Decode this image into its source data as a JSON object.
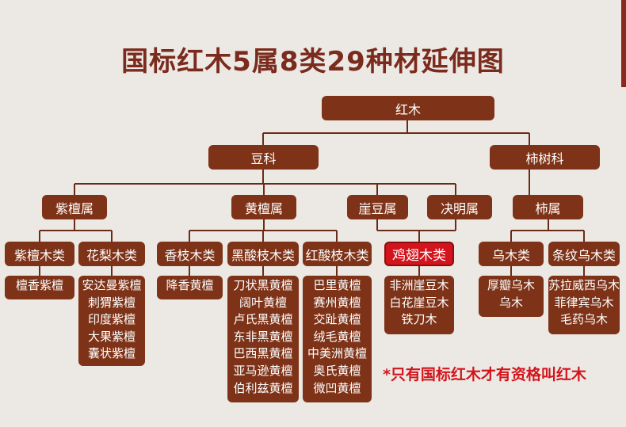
{
  "title": "国标红木5属8类29种材延伸图",
  "note": "*只有国标红木才有资格叫红木",
  "colors": {
    "node": "#7e3318",
    "highlight": "#d4141c",
    "title": "#7a2b1d",
    "line": "#6b2c17"
  },
  "root": "红木",
  "families": [
    "豆科",
    "柿树科"
  ],
  "genera": [
    "紫檀属",
    "黄檀属",
    "崖豆属",
    "决明属",
    "柿属"
  ],
  "classes": [
    "紫檀木类",
    "花梨木类",
    "香枝木类",
    "黑酸枝木类",
    "红酸枝木类",
    "鸡翅木类",
    "乌木类",
    "条纹乌木类"
  ],
  "species": [
    [
      "檀香紫檀"
    ],
    [
      "安达曼紫檀",
      "刺猬紫檀",
      "印度紫檀",
      "大果紫檀",
      "囊状紫檀"
    ],
    [
      "降香黄檀"
    ],
    [
      "刀状黑黄檀",
      "阔叶黄檀",
      "卢氏黑黄檀",
      "东非黑黄檀",
      "巴西黑黄檀",
      "亚马逊黄檀",
      "伯利兹黄檀"
    ],
    [
      "巴里黄檀",
      "赛州黄檀",
      "交趾黄檀",
      "绒毛黄檀",
      "中美洲黄檀",
      "奥氏黄檀",
      "微凹黄檀"
    ],
    [
      "非洲崖豆木",
      "白花崖豆木",
      "铁刀木"
    ],
    [
      "厚瓣乌木",
      "乌木"
    ],
    [
      "苏拉威西乌木",
      "菲律宾乌木",
      "毛药乌木"
    ]
  ]
}
